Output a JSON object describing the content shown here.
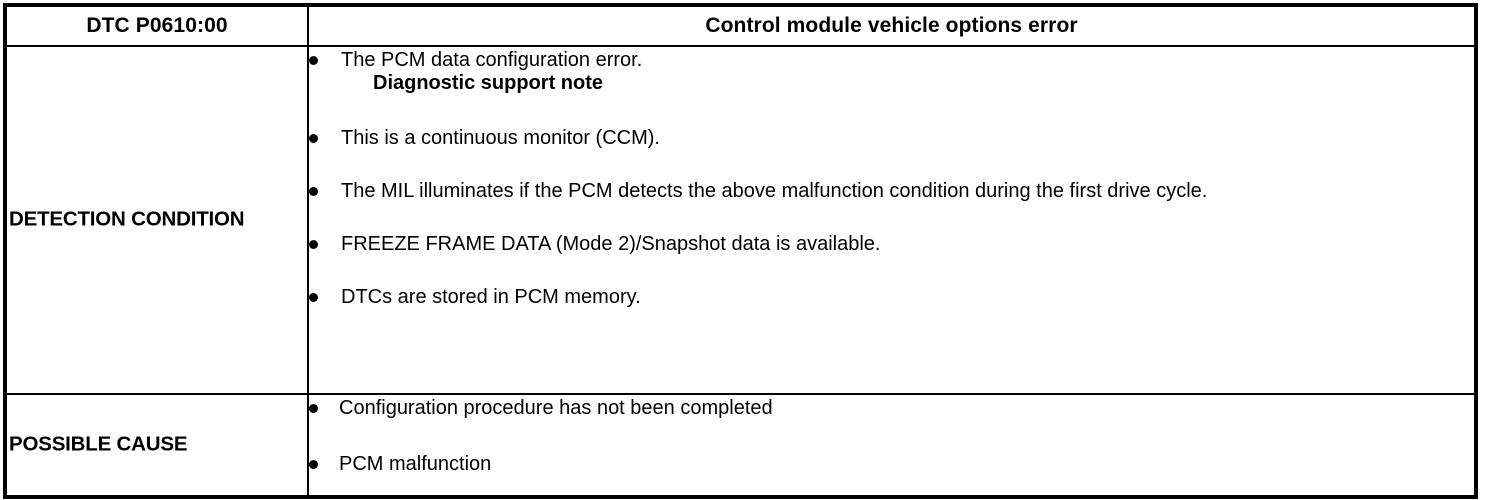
{
  "document": {
    "type": "dtc-diagnostic-table",
    "header": {
      "code_label": "DTC P0610:00",
      "title": "Control module vehicle options error"
    },
    "rows": [
      {
        "label": "DETECTION CONDITION",
        "items": [
          {
            "kind": "bullet",
            "text": "The PCM data configuration error."
          },
          {
            "kind": "heading",
            "text": "Diagnostic support note"
          },
          {
            "kind": "bullet",
            "text": "This is a continuous monitor (CCM)."
          },
          {
            "kind": "bullet",
            "text": "The MIL illuminates if the PCM detects the above malfunction condition during the first drive cycle."
          },
          {
            "kind": "bullet",
            "text": "FREEZE FRAME DATA (Mode 2)/Snapshot data is available."
          },
          {
            "kind": "bullet",
            "text": "DTCs are stored in PCM memory."
          }
        ]
      },
      {
        "label": "POSSIBLE CAUSE",
        "items": [
          {
            "kind": "bullet",
            "text": "Configuration procedure has not been completed"
          },
          {
            "kind": "bullet",
            "text": "PCM malfunction"
          }
        ]
      }
    ]
  },
  "colors": {
    "border": "#000000",
    "text": "#000000",
    "background": "#ffffff"
  }
}
